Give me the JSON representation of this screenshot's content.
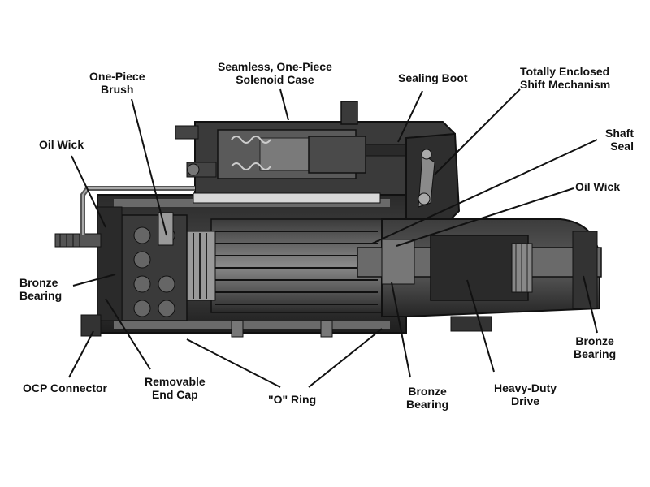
{
  "labels": {
    "one_piece_brush": [
      "One-Piece",
      "Brush"
    ],
    "solenoid_case": [
      "Seamless, One-Piece",
      "Solenoid Case"
    ],
    "sealing_boot": [
      "Sealing Boot"
    ],
    "shift_mechanism": [
      "Totally Enclosed",
      "Shift Mechanism"
    ],
    "oil_wick_left": [
      "Oil Wick"
    ],
    "shaft_seal": [
      "Shaft",
      "Seal"
    ],
    "oil_wick_right": [
      "Oil Wick"
    ],
    "bronze_bearing_left": [
      "Bronze",
      "Bearing"
    ],
    "bronze_bearing_right": [
      "Bronze",
      "Bearing"
    ],
    "ocp_connector": [
      "OCP Connector"
    ],
    "removable_end_cap": [
      "Removable",
      "End Cap"
    ],
    "o_ring": [
      "\"O\" Ring"
    ],
    "bronze_bearing_bottom": [
      "Bronze",
      "Bearing"
    ],
    "heavy_duty_drive": [
      "Heavy-Duty",
      "Drive"
    ]
  }
}
